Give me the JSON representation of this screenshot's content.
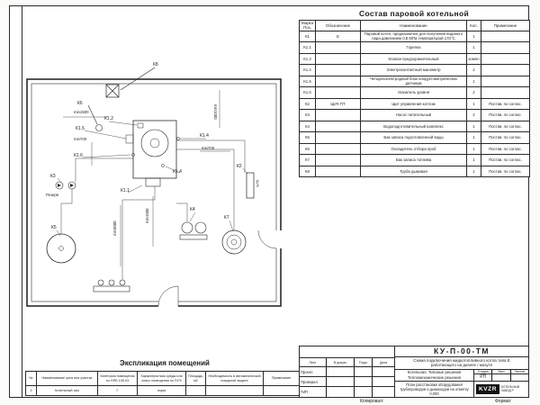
{
  "equipment_table": {
    "title": "Состав паровой котельной",
    "headers": [
      "Марка Поз.",
      "Обозначение",
      "Наименование",
      "Кол.",
      "Примечание"
    ],
    "rows": [
      [
        "К1",
        "Е",
        "Паровой котел, предназначен для получения водяного пара давлением 0,8 МПа температурой 170°С",
        "1",
        ""
      ],
      [
        "К1.1",
        "",
        "Горелка",
        "1",
        ""
      ],
      [
        "К1.3",
        "",
        "Клапан предохранительный",
        "компл.",
        ""
      ],
      [
        "К1.4",
        "",
        "Электроконтактный манометр",
        "2",
        ""
      ],
      [
        "К1.5",
        "",
        "Четырехэлектродный блок кондуктометрических датчиков",
        "1",
        ""
      ],
      [
        "К1.6",
        "",
        "Указатель уровня",
        "2",
        ""
      ],
      [
        "К2",
        "ЩУК ПТ",
        "Щит управления котлом",
        "1",
        "Постав. по соглас."
      ],
      [
        "К3",
        "",
        "Насос питательный",
        "2",
        "Постав. по соглас."
      ],
      [
        "К4",
        "",
        "Водоподготовительный комплекс",
        "1",
        "Постав. по соглас."
      ],
      [
        "К5",
        "",
        "Бак запаса подготовленной воды",
        "1",
        "Постав. по соглас."
      ],
      [
        "К6",
        "",
        "Охладитель отбора проб",
        "1",
        "Постав. по соглас."
      ],
      [
        "К7",
        "",
        "Бак запаса топлива",
        "1",
        "Постав. по соглас."
      ],
      [
        "К8",
        "",
        "Труба дымовая",
        "1",
        "Постав. по соглас."
      ]
    ]
  },
  "plan": {
    "labels": [
      "К8",
      "К6",
      "min1500",
      "К1.2",
      "К1.5",
      "min700",
      "К1.6",
      "min1000",
      "К1.4",
      "min700",
      "К1.4",
      "К2",
      "К3",
      "Резерв",
      "К1.1",
      "min3000",
      "min1500",
      "К5",
      "К4",
      "К7",
      "ЩУК"
    ]
  },
  "explication": {
    "title": "Экспликация помещений",
    "headers": [
      "№",
      "Наименование цеха или участка",
      "Категория помещения по НПБ 105-03",
      "Характеристика среды или класс помещения по ПУЭ",
      "Площадь, м2",
      "Необходимость в автоматической пожарной защите",
      "Примечание"
    ],
    "row": [
      "1",
      "Котельный зал",
      "Г",
      "норм",
      "",
      "",
      ""
    ]
  },
  "title_block": {
    "code": "КУ-П-00-ТМ",
    "doc_title": "Схема подключения жидкотопливного котла типа Е работающего на дизеле / мазуте",
    "cols": [
      "Лист",
      "N докум.",
      "Подп.",
      "Дата"
    ],
    "row_labels": [
      "Проект.",
      "Проверил",
      "ГИП"
    ],
    "stage_cols": [
      "Стадия",
      "Лист",
      "Листов"
    ],
    "stage_value": "РП",
    "org_line1": "Котельная. Типовые решения",
    "org_line2": "Тепломеханические решения",
    "plan_title": "План расстановки оборудования трубопроводов и дымоходов на отметку 0,000",
    "logo_text": "KVZR",
    "logo_caption": "КОТЕЛЬНЫЙ ЗАВОД Р"
  },
  "footer": {
    "copied_label": "Копировал:",
    "format_label": "Формат"
  }
}
